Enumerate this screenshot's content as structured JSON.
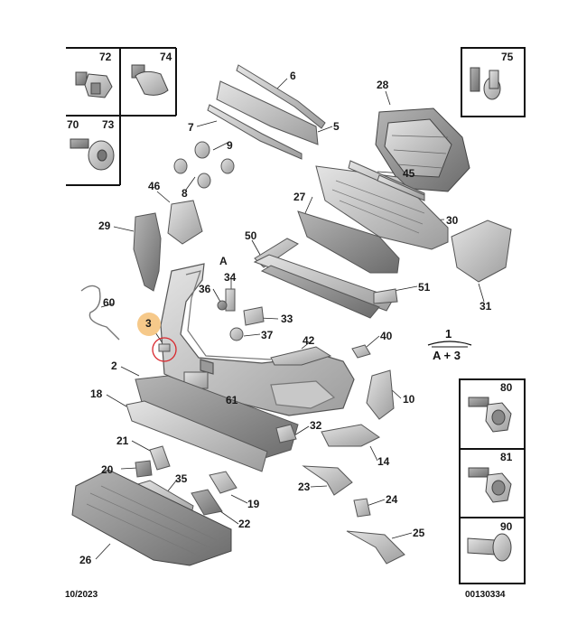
{
  "diagram": {
    "highlight_color": "#f6c98a",
    "circle_color": "#d9262c",
    "highlighted_part": "3",
    "footer_date": "10/2023",
    "footer_code": "00130334",
    "legend": {
      "number": "1",
      "formula": "A + 3"
    },
    "assembly_label": "A",
    "callouts": {
      "c72": "72",
      "c74": "74",
      "c70": "70",
      "c73": "73",
      "c75": "75",
      "c6": "6",
      "c5": "5",
      "c7": "7",
      "c9": "9",
      "c8": "8",
      "c28": "28",
      "c45": "45",
      "c27": "27",
      "c30": "30",
      "c46": "46",
      "c29": "29",
      "c50": "50",
      "c51": "51",
      "c60": "60",
      "c34": "34",
      "c36": "36",
      "c33": "33",
      "c37": "37",
      "c3": "3",
      "c42": "42",
      "c40": "40",
      "c31": "31",
      "c2": "2",
      "c61": "61",
      "c10": "10",
      "c18": "18",
      "c32": "32",
      "c14": "14",
      "c21": "21",
      "c20": "20",
      "c35": "35",
      "c19": "19",
      "c23": "23",
      "c24": "24",
      "c22": "22",
      "c25": "25",
      "c26": "26",
      "c80": "80",
      "c81": "81",
      "c90": "90"
    }
  }
}
